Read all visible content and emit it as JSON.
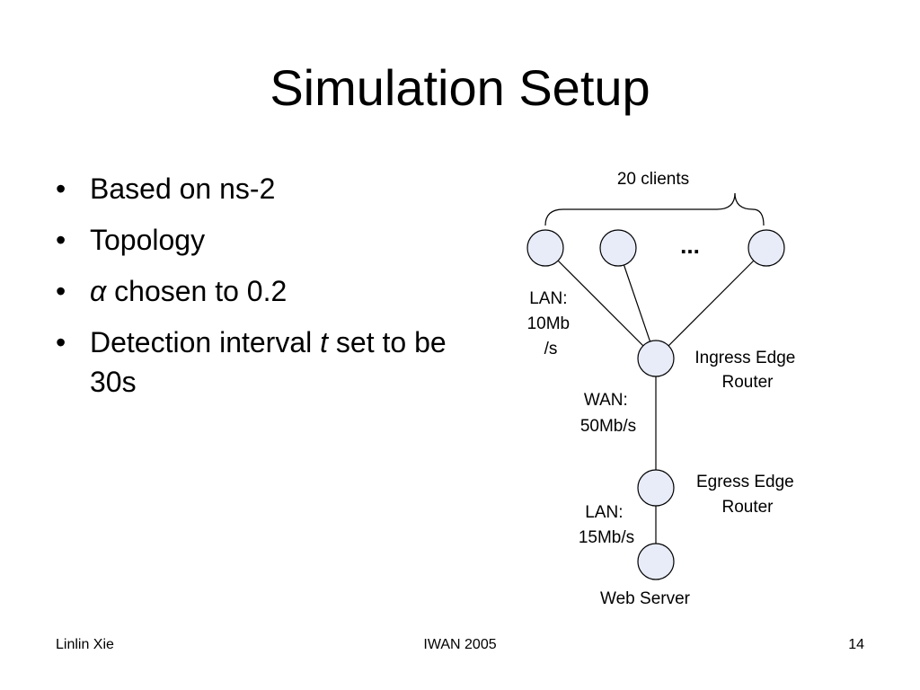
{
  "slide": {
    "title": "Simulation Setup",
    "bullets": [
      {
        "pre": "",
        "em": "",
        "post": "Based on ns-2"
      },
      {
        "pre": "",
        "em": "",
        "post": "Topology"
      },
      {
        "pre": "",
        "em": "α",
        "post": " chosen to 0.2"
      },
      {
        "pre": "Detection interval ",
        "em": "t",
        "post": " set to be 30s"
      }
    ],
    "bullet_glyph": "•"
  },
  "diagram": {
    "clients_label": "20 clients",
    "ellipsis": "...",
    "lan1_label": [
      "LAN:",
      "10Mb",
      "/s"
    ],
    "ingress_label": [
      "Ingress Edge",
      "Router"
    ],
    "wan_label": [
      "WAN:",
      "50Mb/s"
    ],
    "egress_label": [
      "Egress Edge",
      "Router"
    ],
    "lan2_label": [
      "LAN:",
      "15Mb/s"
    ],
    "server_label": "Web Server",
    "node_fill": "#e8ecf8",
    "line_color": "#000000"
  },
  "footer": {
    "author": "Linlin Xie",
    "event": "IWAN 2005",
    "page": "14"
  }
}
